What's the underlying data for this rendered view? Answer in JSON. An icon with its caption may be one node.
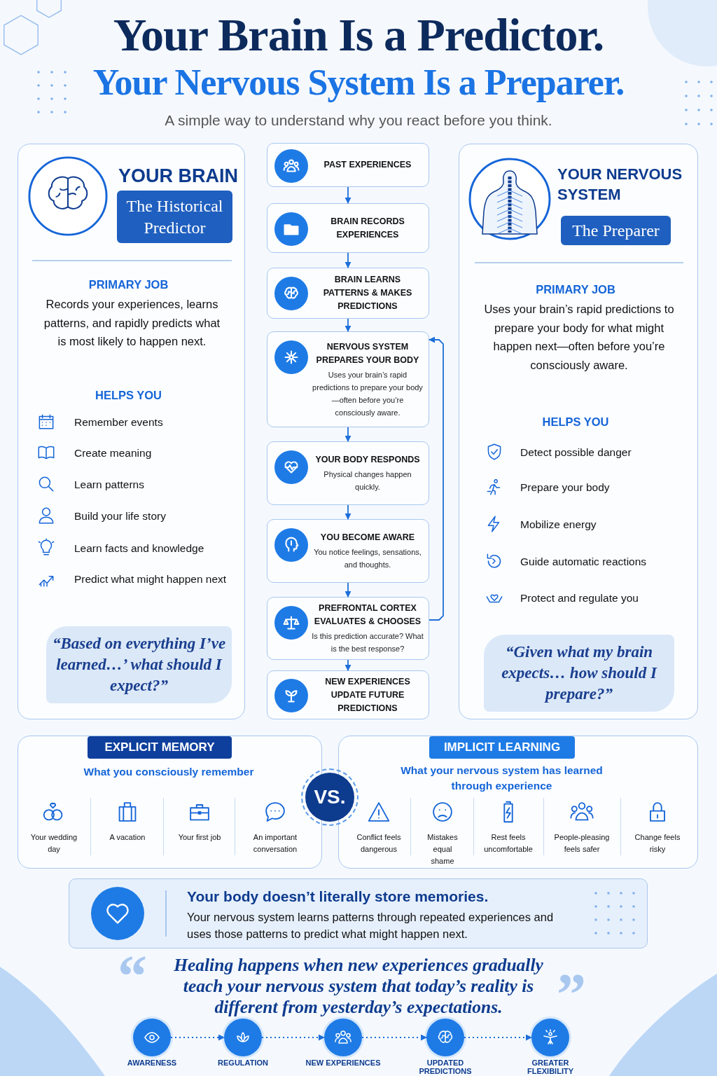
{
  "diagram": {
    "title": "Your Brain Is a Predictor.",
    "nodes": [
      {
        "text": [
          "YOUR BRAIN",
          "PRIMARY JOB",
          "Records your experiences, learns patterns, and rapidly predicts what is most likely to happen next.",
          "HELPS YOU",
          "Remember events",
          "Create meaning",
          "Learn patterns",
          "Build your life story",
          "Learn facts and knowledge",
          "Predict what might happen next",
          "“Based on everything I’ve learned…’ what should I expect?”"
        ]
      },
      {
        "text": [
          "The Historical Predictor"
        ],
        "in": 0
      },
      {
        "text": [
          "PAST EXPERIENCES"
        ]
      },
      {
        "text": [
          "BRAIN RECORDS EXPERIENCES"
        ]
      },
      {
        "text": [
          "BRAIN LEARNS PATTERNS & MAKES PREDICTIONS"
        ]
      },
      {
        "text": [
          "NERVOUS SYSTEM PREPARES YOUR BODY",
          "Uses your brain’s rapid predictions to prepare your body—often before you’re consciously aware."
        ]
      },
      {
        "text": [
          "YOUR BODY RESPONDS",
          "Physical changes happen quickly."
        ]
      },
      {
        "text": [
          "YOU BECOME AWARE",
          "You notice feelings, sensations, and thoughts."
        ]
      },
      {
        "text": [
          "PREFRONTAL CORTEX EVALUATES & CHOOSES",
          "Is this prediction accurate? What is the best response?"
        ]
      },
      {
        "text": [
          "NEW EXPERIENCES UPDATE FUTURE PREDICTIONS"
        ]
      },
      {
        "text": [
          "YOUR NERVOUS SYSTEM",
          "PRIMARY JOB",
          "Uses your brain’s rapid predictions to prepare your body for what might happen next—often before you’re consciously aware.",
          "HELPS YOU",
          "Detect possible danger",
          "Prepare your body",
          "Mobilize energy",
          "Guide automatic reactions",
          "Protect and regulate you",
          "“Given what my brain expects… how should I prepare?”"
        ]
      },
      {
        "text": [
          "The Preparer"
        ],
        "in": 10
      },
      {
        "text": [
          "What you consciously remember",
          "Your wedding day",
          "A vacation",
          "Your first job",
          "An important conversation"
        ]
      },
      {
        "text": [
          "EXPLICIT MEMORY"
        ],
        "in": 12
      },
      {
        "text": [
          "VS."
        ]
      },
      {
        "text": [
          "What your nervous system has learned through experience",
          "Conflict feels dangerous",
          "Mistakes equal shame",
          "Rest feels uncomfortable",
          "People-pleasing feels safer",
          "Change feels risky"
        ]
      },
      {
        "text": [
          "IMPLICIT LEARNING"
        ],
        "in": 15
      },
      {
        "text": [
          "Your body doesn’t literally store memories.",
          "Your nervous system learns patterns through repeated experiences and uses those patterns to predict what might happen next."
        ]
      },
      {
        "text": [],
        "shape": "circle",
        "beside": [
          "AWARENESS"
        ]
      },
      {
        "text": [],
        "shape": "circle",
        "beside": [
          "REGULATION"
        ]
      },
      {
        "text": [],
        "shape": "circle",
        "beside": [
          "NEW EXPERIENCES"
        ]
      },
      {
        "text": [],
        "shape": "circle",
        "beside": [
          "UPDATED PREDICTIONS"
        ]
      },
      {
        "text": [],
        "shape": "circle",
        "beside": [
          "GREATER FLEXIBILITY"
        ]
      }
    ],
    "edges": [
      {
        "from": 2,
        "to": 3,
        "arrow": "to"
      },
      {
        "from": 3,
        "to": 4,
        "arrow": "to"
      },
      {
        "from": 4,
        "to": 5,
        "arrow": "to"
      },
      {
        "from": 5,
        "to": 6,
        "arrow": "to"
      },
      {
        "from": 6,
        "to": 7,
        "arrow": "to"
      },
      {
        "from": 7,
        "to": 8,
        "arrow": "to"
      },
      {
        "from": 8,
        "to": 9,
        "arrow": "to"
      },
      {
        "from": 8,
        "to": 5,
        "arrow": "to"
      },
      {
        "from": 18,
        "to": 19,
        "arrow": "to",
        "style": "dashed"
      },
      {
        "from": 19,
        "to": 20,
        "arrow": "to",
        "style": "dashed"
      },
      {
        "from": 20,
        "to": 21,
        "arrow": "to",
        "style": "dashed"
      },
      {
        "from": 21,
        "to": 22,
        "arrow": "to",
        "style": "dashed"
      }
    ],
    "labels": [
      "Your Nervous System Is a Preparer.",
      "A simple way to understand why you react before you think.",
      "“",
      "Healing happens when new experiences gradually teach your nervous system that today’s reality is different from yesterday’s expectations.",
      "”"
    ]
  }
}
